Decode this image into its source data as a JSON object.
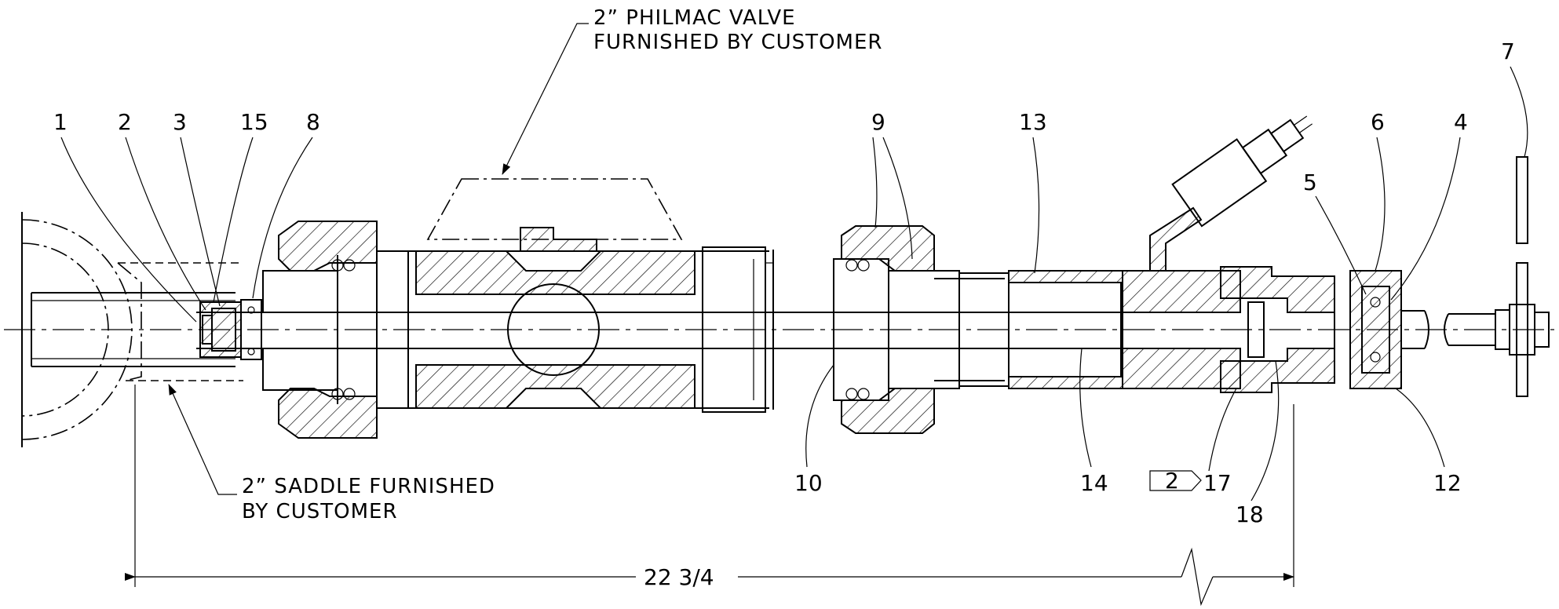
{
  "notes": {
    "valve": [
      "2” PHILMAC VALVE",
      "FURNISHED BY CUSTOMER"
    ],
    "saddle": [
      "2” SADDLE FURNISHED",
      "BY CUSTOMER"
    ]
  },
  "callouts": {
    "c1": "1",
    "c2": "2",
    "c3": "3",
    "c15": "15",
    "c8": "8",
    "c9": "9",
    "c13": "13",
    "c5": "5",
    "c6": "6",
    "c4": "4",
    "c7": "7",
    "c10": "10",
    "c14": "14",
    "c17": "17",
    "c18": "18",
    "c12": "12"
  },
  "flag": {
    "number": "2"
  },
  "dimension": {
    "overall": "22 3/4"
  }
}
